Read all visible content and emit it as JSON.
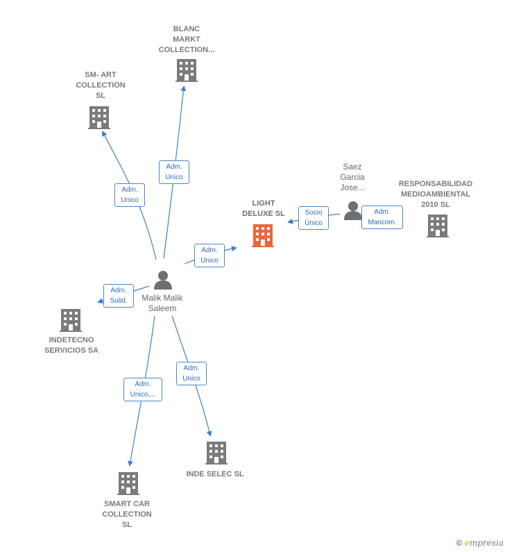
{
  "nodes": {
    "blanc": {
      "lines": [
        "BLANC",
        "MARKT",
        "COLLECTION..."
      ],
      "type": "company"
    },
    "smart_art": {
      "lines": [
        "SM- ART",
        "COLLECTION",
        "SL"
      ],
      "type": "company"
    },
    "light": {
      "lines": [
        "LIGHT",
        "DELUXE  SL"
      ],
      "type": "focus-company"
    },
    "saez": {
      "lines": [
        "Saez",
        "Garcia",
        "Jose..."
      ],
      "type": "person"
    },
    "resp": {
      "lines": [
        "RESPONSABILIDAD",
        "MEDIOAMBIENTAL",
        "2010 SL"
      ],
      "type": "company"
    },
    "malik": {
      "lines": [
        "Malik Malik",
        "Saleem"
      ],
      "type": "person"
    },
    "indetecno": {
      "lines": [
        "INDETECNO",
        "SERVICIOS SA"
      ],
      "type": "company"
    },
    "smartcar": {
      "lines": [
        "SMART CAR",
        "COLLECTION",
        "SL"
      ],
      "type": "company"
    },
    "indeselec": {
      "lines": [
        "INDE SELEC SL"
      ],
      "type": "company"
    }
  },
  "edges": [
    {
      "id": "malik-blanc",
      "lines": [
        "Adm.",
        "Unico"
      ]
    },
    {
      "id": "malik-smartart",
      "lines": [
        "Adm.",
        "Unico"
      ]
    },
    {
      "id": "malik-light",
      "lines": [
        "Adm.",
        "Unico"
      ]
    },
    {
      "id": "saez-light",
      "lines": [
        "Socio",
        "Único"
      ]
    },
    {
      "id": "saez-resp",
      "lines": [
        "Adm.",
        "Mancom."
      ]
    },
    {
      "id": "malik-indetecno",
      "lines": [
        "Adm.",
        "Solid."
      ]
    },
    {
      "id": "malik-smartcar",
      "lines": [
        "Adm.",
        "Unico,..."
      ]
    },
    {
      "id": "malik-indeselec",
      "lines": [
        "Adm.",
        "Unico"
      ]
    }
  ],
  "colors": {
    "edge": "#3f7fc9",
    "company_icon": "#7b7b7b",
    "focus_icon": "#f0643a",
    "person_icon": "#6f6f6f"
  },
  "footer": {
    "copyright_symbol": "©",
    "brand_initial": "e",
    "brand_rest": "mpresia"
  }
}
